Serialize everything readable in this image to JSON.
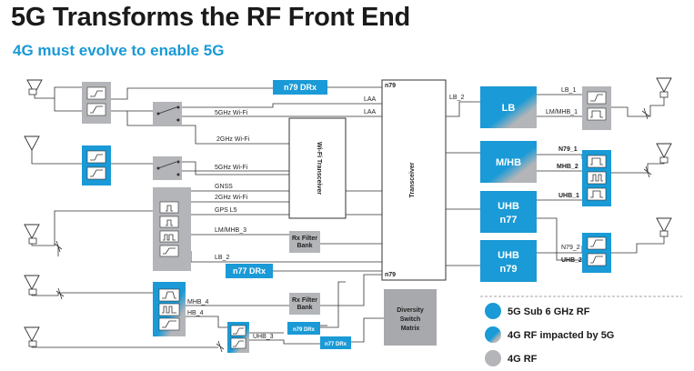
{
  "header": {
    "title": "5G Transforms the RF Front End",
    "subtitle": "4G must evolve to enable 5G"
  },
  "colors": {
    "blue": "#1a9ad6",
    "gray": "#b3b5b8",
    "dark_gray": "#a7a9ac",
    "line": "#333333"
  },
  "labels": {
    "n79_drx_top": "n79 DRx",
    "n79_top": "n79",
    "laa_1": "LAA",
    "laa_2": "LAA",
    "wifi5_1": "5GHz Wi-Fi",
    "wifi2_1": "2GHz Wi-Fi",
    "wifi5_2": "5GHz Wi-Fi",
    "wifi_transceiver": "Wi-Fi Transceiver",
    "transceiver": "Transceiver",
    "gnss": "GNSS",
    "wifi2_2": "2GHz Wi-Fi",
    "gps_l5": "GPS L5",
    "lm_mhb_3": "LM/MHB_3",
    "rx_filter_bank_1_a": "Rx Filter",
    "rx_filter_bank_1_b": "Bank",
    "lb_2_left": "LB_2",
    "n77_drx": "n77 DRx",
    "n79_bottom": "n79",
    "mhb_4": "MHB_4",
    "hb_4": "HB_4",
    "rx_filter_bank_2_a": "Rx Filter",
    "rx_filter_bank_2_b": "Bank",
    "uhb_3": "UHB_3",
    "n79_drx_small": "n79 DRx",
    "n77_drx_small": "n77 DRx",
    "diversity_a": "Diversity",
    "diversity_b": "Switch",
    "diversity_c": "Matrix",
    "lb_2_right": "LB_2",
    "lb_block": "LB",
    "mhb_block": "M/HB",
    "uhb_n77_a": "UHB",
    "uhb_n77_b": "n77",
    "uhb_n79_a": "UHB",
    "uhb_n79_b": "n79",
    "lb_1": "LB_1",
    "lm_mhb_1": "LM/MHB_1",
    "n79_1": "N79_1",
    "mhb_2": "MHB_2",
    "uhb_1": "UHB_1",
    "n79_2": "N79_2",
    "uhb_2": "UHB_2"
  },
  "legend": [
    {
      "label": "5G Sub 6 GHz RF",
      "type": "blue"
    },
    {
      "label": "4G RF impacted by 5G",
      "type": "mixed"
    },
    {
      "label": "4G RF",
      "type": "gray"
    }
  ]
}
